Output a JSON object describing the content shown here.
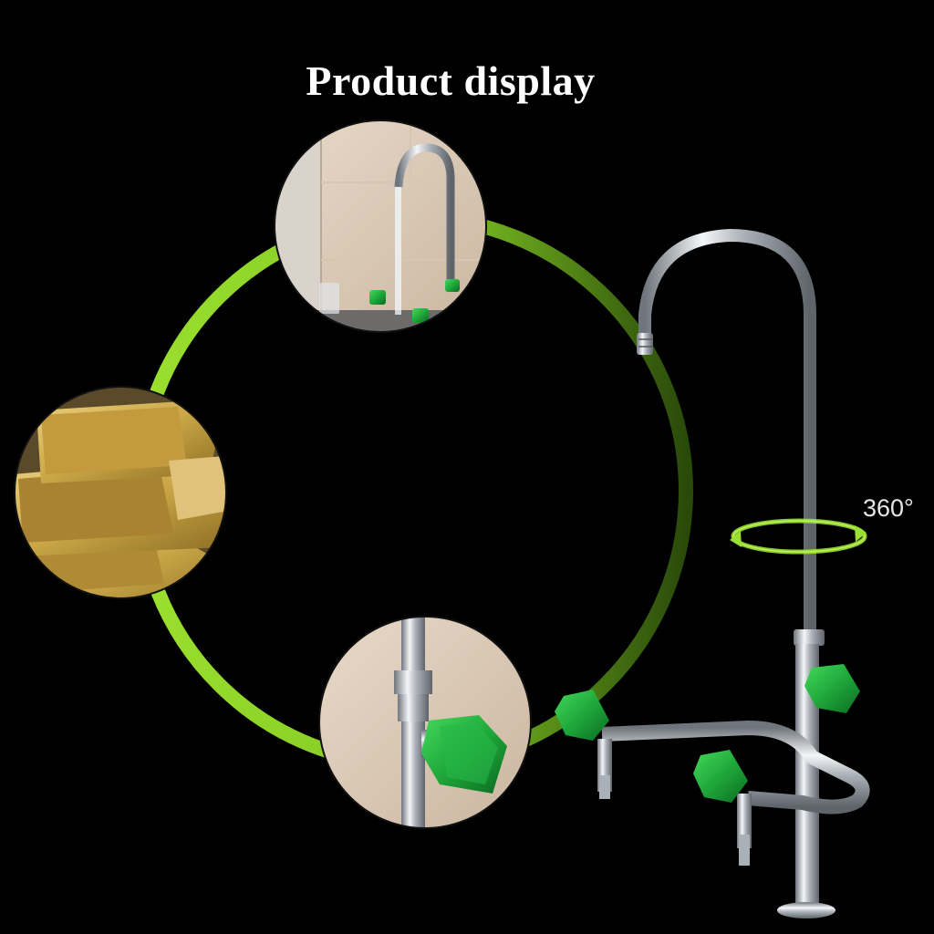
{
  "title": "Product display",
  "rotation_label": "360°",
  "colors": {
    "background": "#000000",
    "ring_green": "#8cd22a",
    "valve_green": "#1fa83a",
    "chrome": "#c9ced4",
    "gold": "#c9a646"
  },
  "images": [
    {
      "name": "faucet-closeup",
      "shown": "faucet with running water"
    },
    {
      "name": "brass-material",
      "shown": "brass ingots"
    },
    {
      "name": "valve-closeup",
      "shown": "green valve handle"
    }
  ]
}
